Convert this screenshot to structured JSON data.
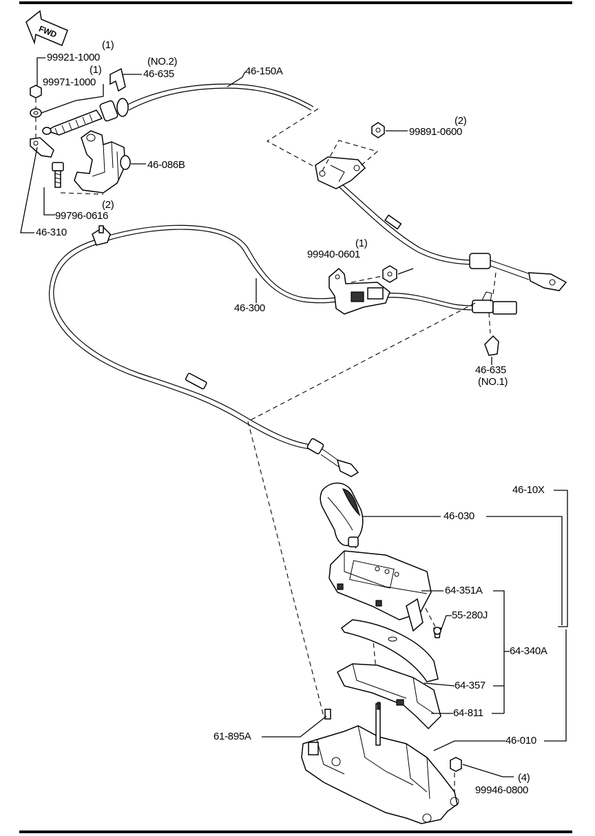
{
  "border": {
    "color": "#000000"
  },
  "fwd_arrow": {
    "text": "FWD"
  },
  "labels": {
    "p99921": {
      "qty": "(1)",
      "num": "99921-1000"
    },
    "p99971": {
      "qty": "(1)",
      "num": "99971-1000"
    },
    "p46635_no2": {
      "note": "(NO.2)",
      "num": "46-635"
    },
    "p46150A": {
      "num": "46-150A"
    },
    "p99891": {
      "qty": "(2)",
      "num": "99891-0600"
    },
    "p46086B": {
      "num": "46-086B"
    },
    "p99796": {
      "num": "99796-0616",
      "qty": "(2)"
    },
    "p46310": {
      "num": "46-310"
    },
    "p99940": {
      "qty": "(1)",
      "num": "99940-0601"
    },
    "p46300": {
      "num": "46-300"
    },
    "p46635_no1": {
      "num": "46-635",
      "note": "(NO.1)"
    },
    "p4610X": {
      "num": "46-10X"
    },
    "p46030": {
      "num": "46-030"
    },
    "p64351A": {
      "num": "64-351A"
    },
    "p55280J": {
      "num": "55-280J"
    },
    "p64340A": {
      "num": "64-340A"
    },
    "p64357": {
      "num": "64-357"
    },
    "p64811": {
      "num": "64-811"
    },
    "p61895A": {
      "num": "61-895A"
    },
    "p46010": {
      "num": "46-010"
    },
    "p99946": {
      "qty": "(4)",
      "num": "99946-0800"
    }
  }
}
